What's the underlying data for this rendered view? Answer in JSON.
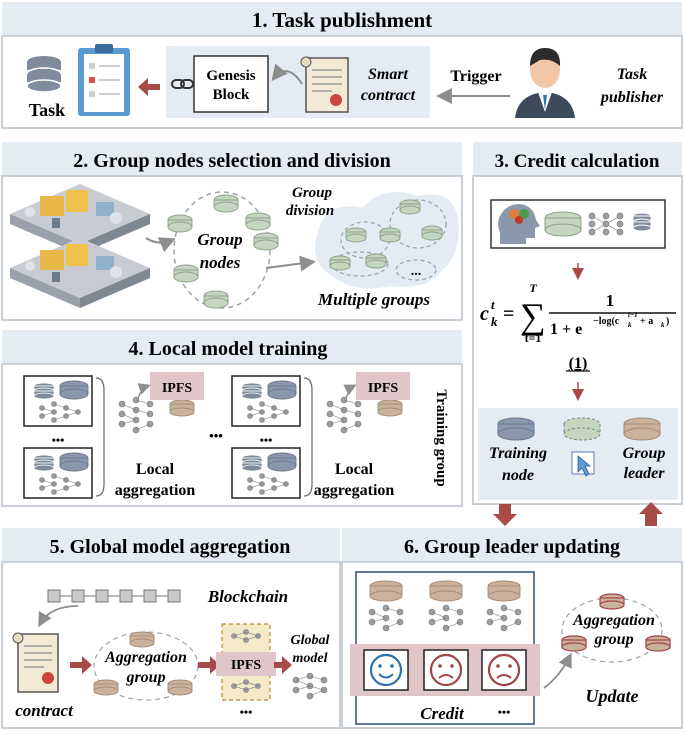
{
  "panel1": {
    "title": "1. Task publishment",
    "task_label": "Task",
    "genesis_line1": "Genesis",
    "genesis_line2": "Block",
    "smart_line1": "Smart",
    "smart_line2": "contract",
    "trigger_label": "Trigger",
    "publisher_line1": "Task",
    "publisher_line2": "publisher"
  },
  "panel2": {
    "title": "2. Group nodes selection and division",
    "group_nodes_line1": "Group",
    "group_nodes_line2": "nodes",
    "division_line1": "Group",
    "division_line2": "division",
    "ellipsis": "...",
    "multiple_groups": "Multiple groups"
  },
  "panel3": {
    "title": "3. Credit calculation",
    "formula_lhs": "c",
    "formula_sup": "t",
    "formula_sub": "k",
    "sum_top": "T",
    "sum_bottom": "t=1",
    "numerator": "1",
    "denominator": "1 + e",
    "exponent": "−log(c",
    "exponent_sup": "t−1",
    "exponent_sub": "k",
    "exponent_tail": " + a",
    "exponent_tail_sub": "k",
    "exponent_close": ")",
    "eq_number": "(1)",
    "training_line1": "Training",
    "training_line2": "node",
    "leader_line1": "Group",
    "leader_line2": "leader"
  },
  "panel4": {
    "title": "4. Local model training",
    "ipfs": "IPFS",
    "local_line1": "Local",
    "local_line2": "aggregation",
    "dots": "•••",
    "between": "•••",
    "side_label": "Training group"
  },
  "panel5": {
    "title": "5. Global model aggregation",
    "blockchain": "Blockchain",
    "contract": "contract",
    "agg_line1": "Aggregation",
    "agg_line2": "group",
    "ipfs": "IPFS",
    "global_line1": "Global",
    "global_line2": "model",
    "dots": "•••"
  },
  "panel6": {
    "title": "6. Group leader updating",
    "credit": "Credit",
    "dots": "•••",
    "agg_line1": "Aggregation",
    "agg_line2": "group",
    "update": "Update"
  },
  "colors": {
    "panel_bg": "#e4ebf2",
    "border": "#c8cfd6",
    "arrow_red": "#a84a48",
    "node_green": "#c5d6c0",
    "node_blue": "#8a97ac",
    "node_tan": "#cbb29d",
    "ipfs_pink": "#e0c6c9",
    "face_blue": "#2f6fae",
    "face_red": "#a04445"
  }
}
